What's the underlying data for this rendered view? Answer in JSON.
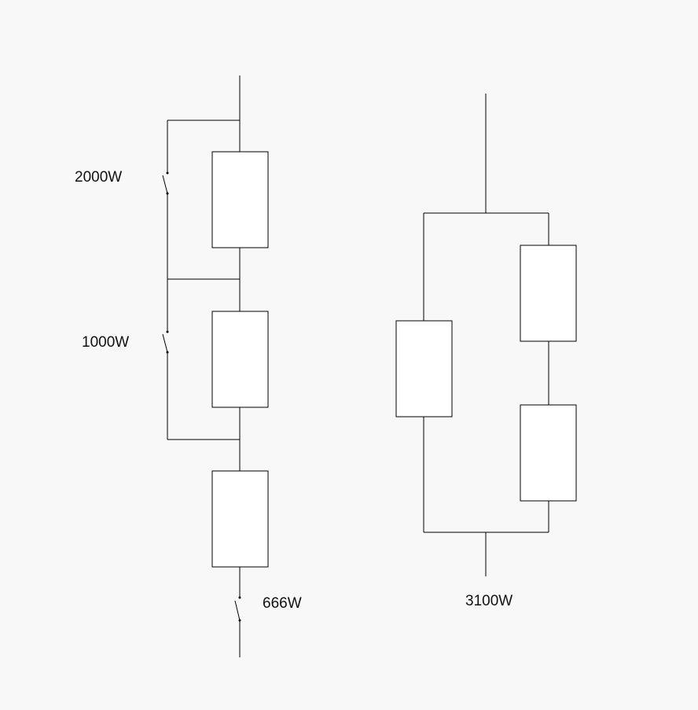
{
  "labels": {
    "left_top_switch": "2000W",
    "left_middle_switch": "1000W",
    "left_bottom_switch": "666W",
    "right_circuit": "3100W"
  }
}
